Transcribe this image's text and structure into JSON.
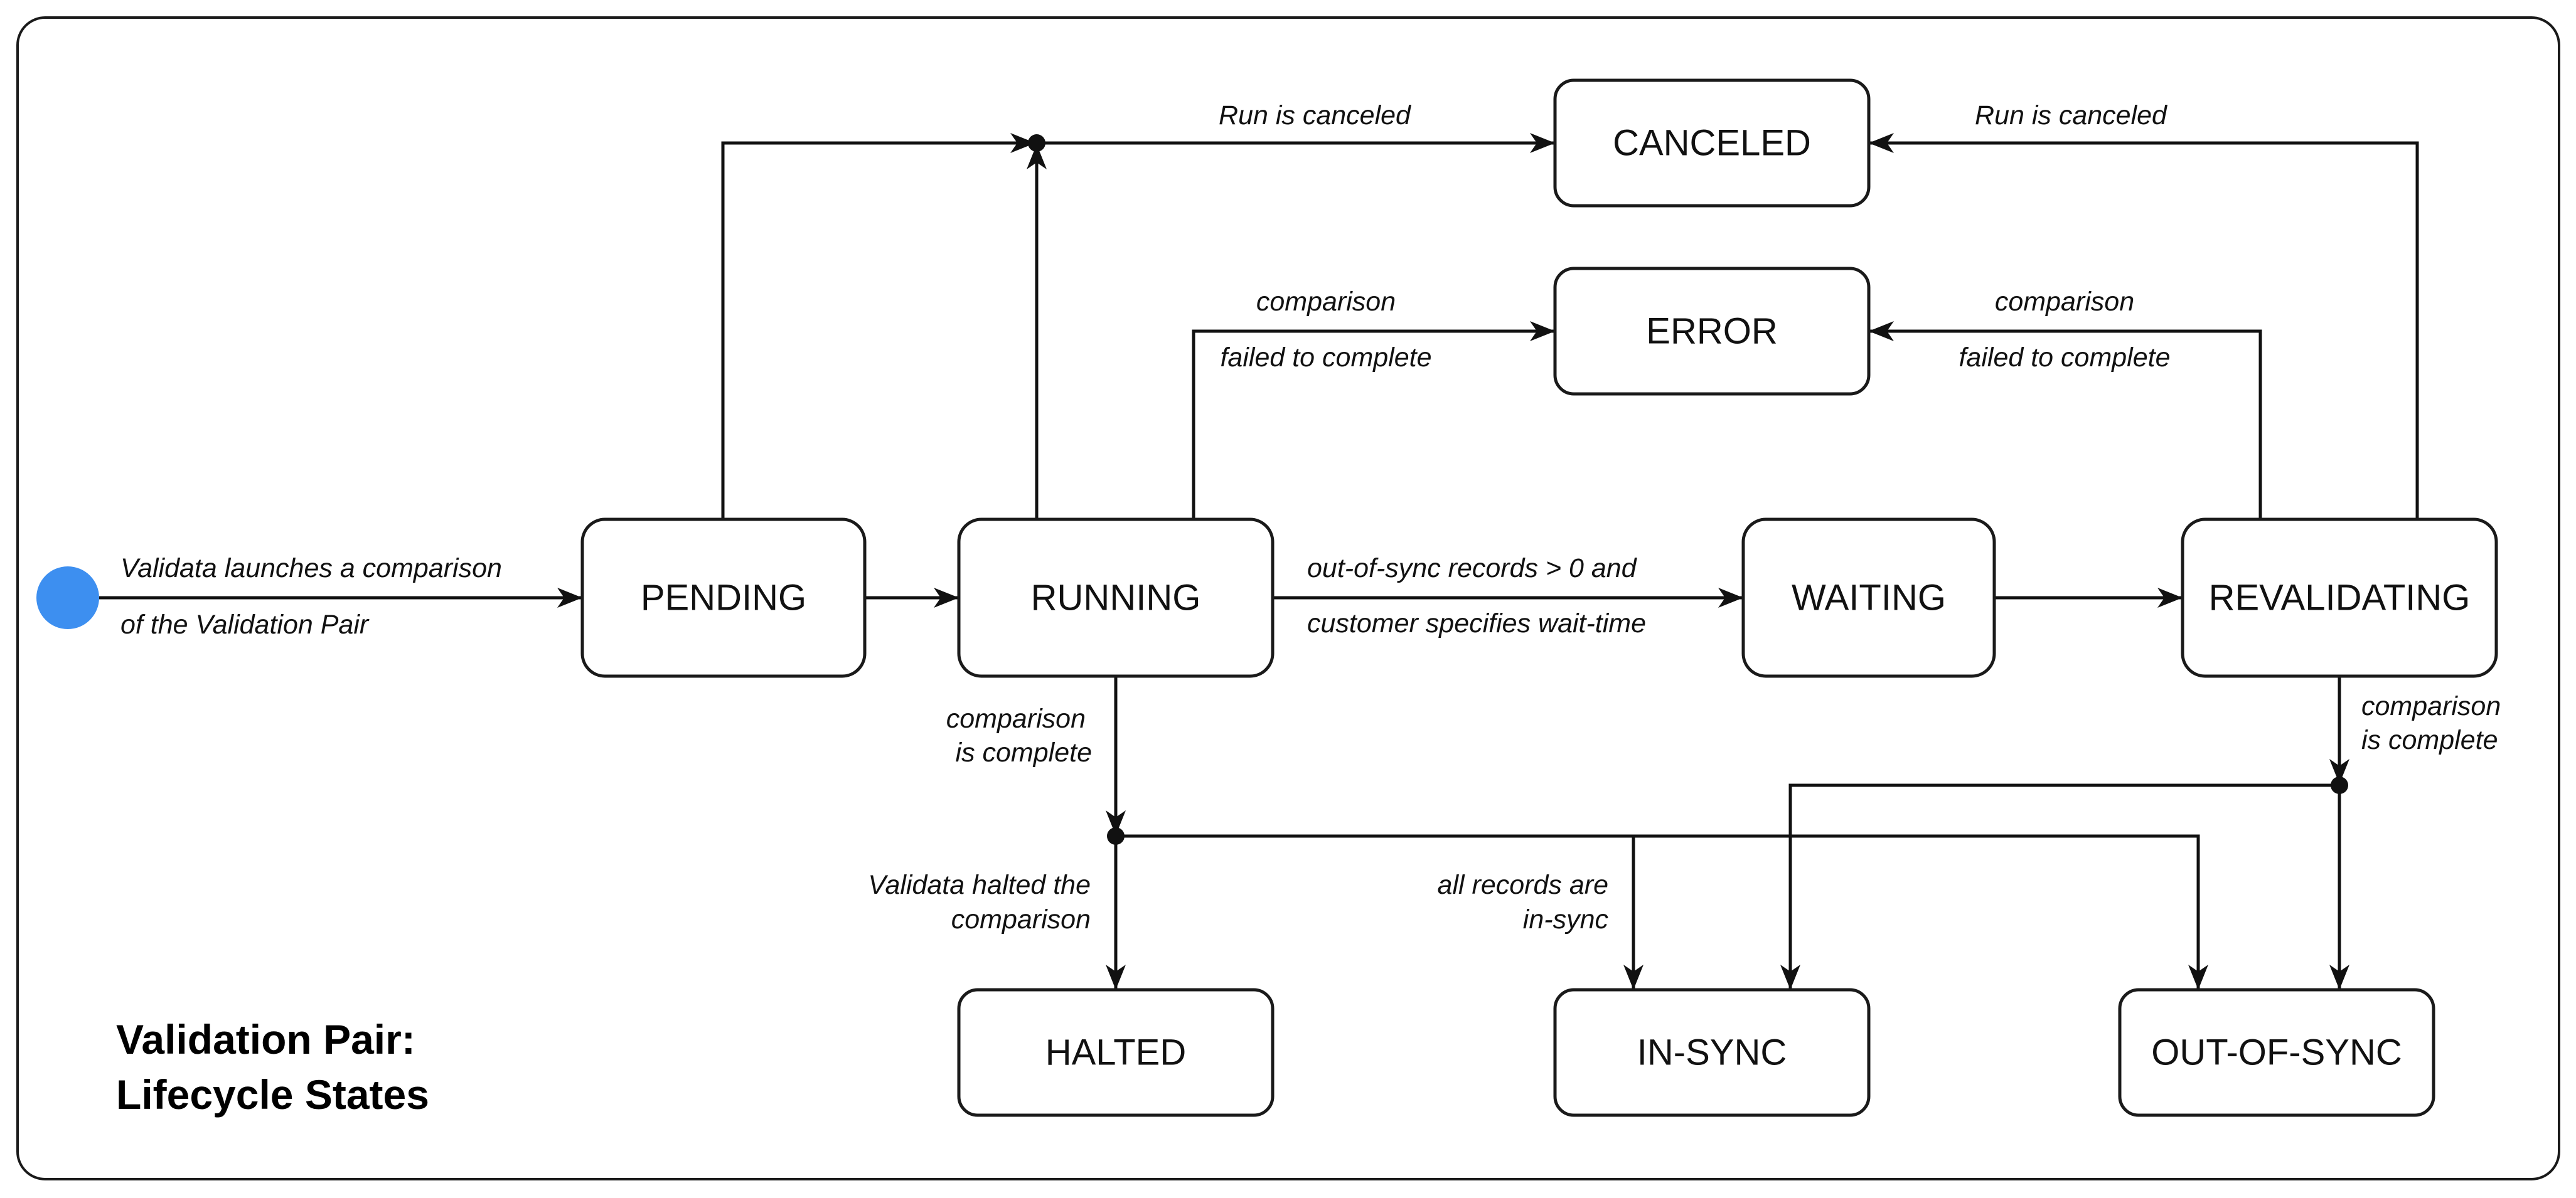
{
  "title": {
    "line1": "Validation Pair:",
    "line2": "Lifecycle States"
  },
  "start_marker": {
    "color": "#3d8ff0"
  },
  "states": {
    "pending": "PENDING",
    "running": "RUNNING",
    "waiting": "WAITING",
    "revalidating": "REVALIDATING",
    "canceled": "CANCELED",
    "error": "ERROR",
    "halted": "HALTED",
    "in_sync": "IN-SYNC",
    "out_of_sync": "OUT-OF-SYNC"
  },
  "transitions": {
    "launch": {
      "line1": "Validata launches a comparison",
      "line2": "of the Validation Pair"
    },
    "run_canceled_left": "Run is canceled",
    "run_canceled_right": "Run is canceled",
    "failed_left": {
      "line1": "comparison",
      "line2": "failed to complete"
    },
    "failed_right": {
      "line1": "comparison",
      "line2": "failed to complete"
    },
    "to_waiting": {
      "line1": "out-of-sync records > 0 and",
      "line2": "customer specifies wait-time"
    },
    "running_complete": {
      "line1": "comparison",
      "line2": "is complete"
    },
    "revalidating_complete": {
      "line1": "comparison",
      "line2": "is complete"
    },
    "halted": {
      "line1": "Validata halted the",
      "line2": "comparison"
    },
    "in_sync": {
      "line1": "all records are",
      "line2": "in-sync"
    }
  }
}
